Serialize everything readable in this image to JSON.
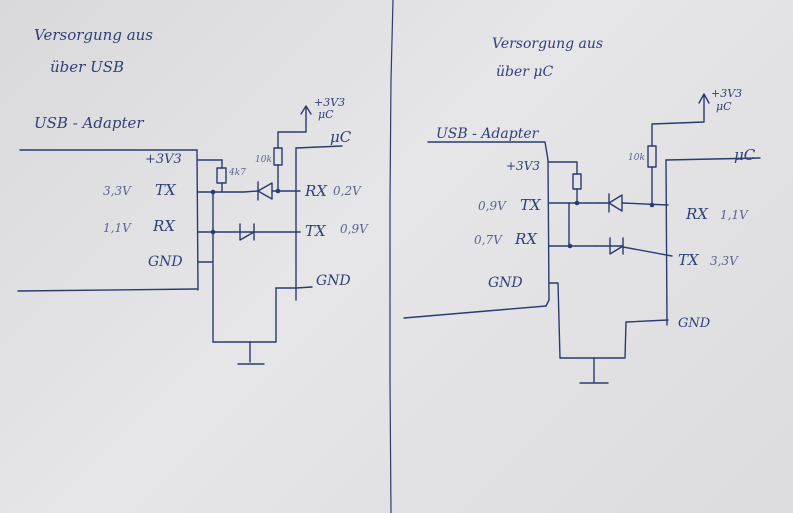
{
  "left": {
    "title_line1": "Versorgung aus",
    "title_line2": "über USB",
    "usb_label": "USB - Adapter",
    "usb_pin_3v3": "+3V3",
    "usb_pin_tx": "TX",
    "usb_pin_rx": "RX",
    "usb_pin_gnd": "GND",
    "tx_voltage": "3,3V",
    "rx_voltage": "1,1V",
    "supply_label": "+3V3",
    "uc_supply_sub": "μC",
    "resistor_top": "10k",
    "resistor_left": "4k7",
    "uc_label": "μC",
    "uc_pin_rx": "RX",
    "uc_pin_tx": "TX",
    "uc_pin_gnd": "GND",
    "uc_rx_voltage": "0,2V",
    "uc_tx_voltage": "0,9V"
  },
  "right": {
    "title_line1": "Versorgung aus",
    "title_line2": "über μC",
    "usb_label": "USB - Adapter",
    "usb_pin_3v3": "+3V3",
    "usb_pin_tx": "TX",
    "usb_pin_rx": "RX",
    "usb_pin_gnd": "GND",
    "tx_voltage": "0,9V",
    "rx_voltage": "0,7V",
    "supply_label": "+3V3",
    "uc_supply_sub": "μC",
    "resistor_top": "10k",
    "uc_label": "μC",
    "uc_pin_rx": "RX",
    "uc_pin_tx": "TX",
    "uc_pin_gnd": "GND",
    "uc_rx_voltage": "1,1V",
    "uc_tx_voltage": "3,3V"
  }
}
